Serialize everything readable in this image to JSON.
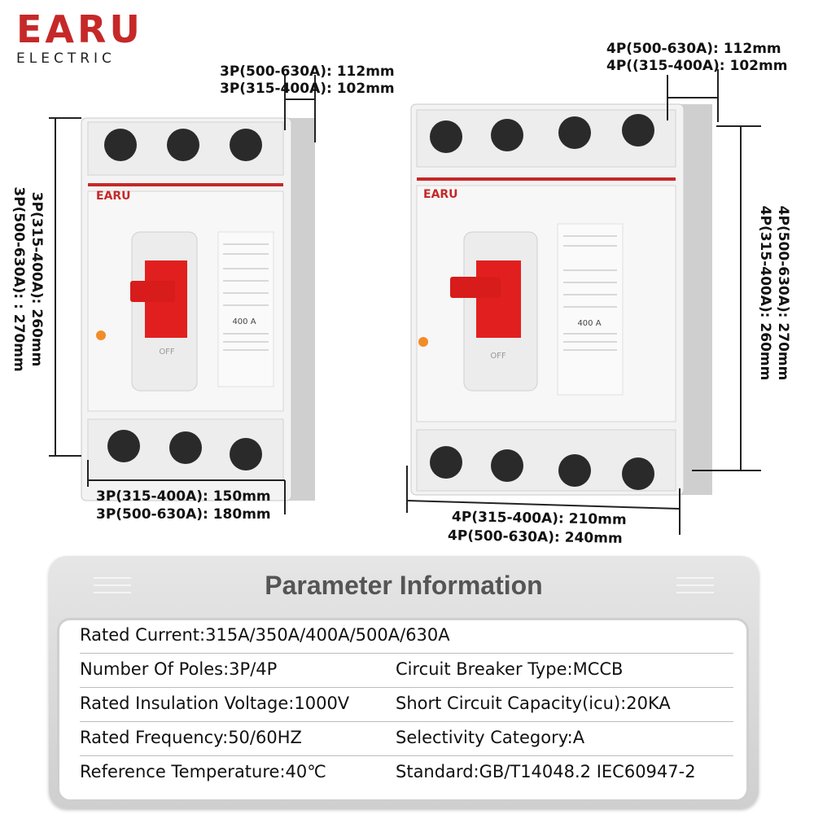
{
  "logo": {
    "brand": "EARU",
    "sub": "ELECTRIC"
  },
  "dimensions_3p": {
    "depth_line1": "3P(500-630A): 112mm",
    "depth_line2": "3P(315-400A): 102mm",
    "height_line1": "3P(315-400A): 260mm",
    "height_line2": "3P(500-630A): : 270mm",
    "width_line1": "3P(315-400A): 150mm",
    "width_line2": "3P(500-630A): 180mm"
  },
  "dimensions_4p": {
    "depth_line1": "4P(500-630A): 112mm",
    "depth_line2": "4P((315-400A): 102mm",
    "height_line1": "4P(500-630A): 270mm",
    "height_line2": "4P(315-400A): 260mm",
    "width_line1": "4P(315-400A): 210mm",
    "width_line2": "4P(500-630A): 240mm"
  },
  "breaker_labels": {
    "brand": "EARU",
    "off": "OFF",
    "rating": "400 A"
  },
  "parameters": {
    "title": "Parameter Information",
    "rated_current": "Rated Current:315A/350A/400A/500A/630A",
    "poles": "Number Of Poles:3P/4P",
    "breaker_type": "Circuit Breaker Type:MCCB",
    "insulation_voltage": "Rated Insulation Voltage:1000V",
    "short_circuit": "Short Circuit Capacity(icu):20KA",
    "frequency": "Rated Frequency:50/60HZ",
    "selectivity": "Selectivity Category:A",
    "temperature": "Reference Temperature:40℃",
    "standard": "Standard:GB/T14048.2  IEC60947-2"
  },
  "colors": {
    "brand_red": "#c62828",
    "handle_red": "#e21f1f",
    "body": "#f2f2f2",
    "indicator": "#f28c28"
  }
}
